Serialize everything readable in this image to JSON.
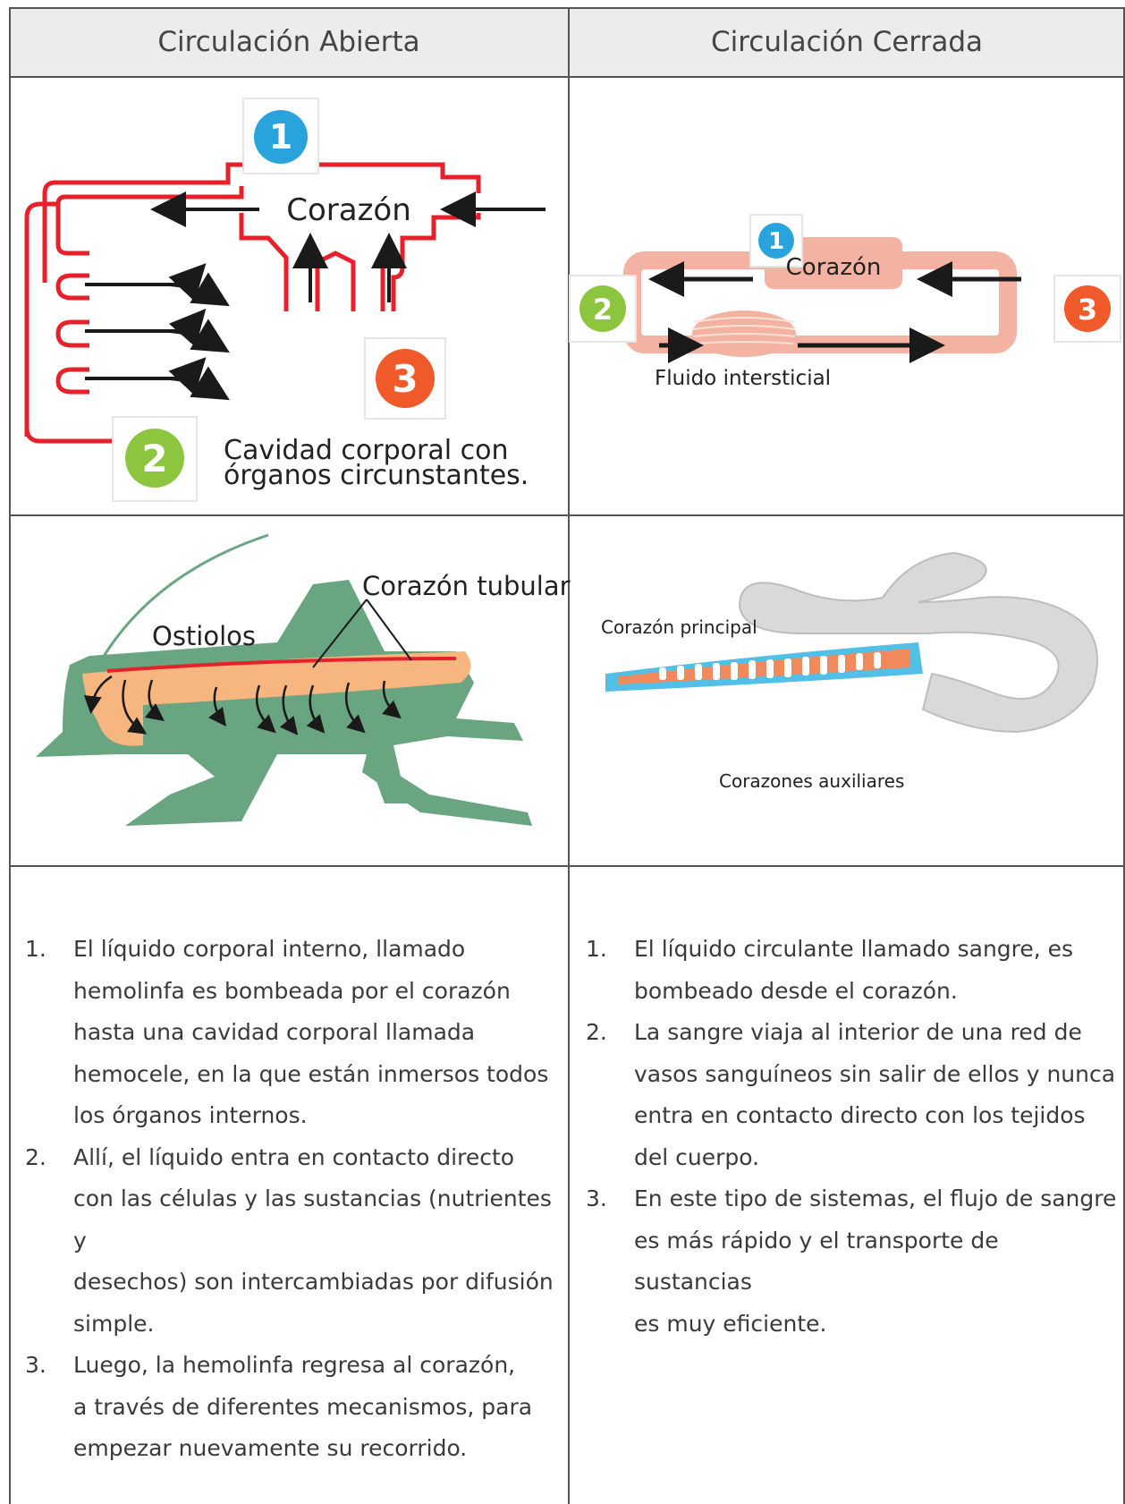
{
  "headers": {
    "open": "Circulación Abierta",
    "closed": "Circulación Cerrada"
  },
  "open_diagram": {
    "heart_label": "Corazón",
    "cavity_label_line1": "Cavidad corporal con",
    "cavity_label_line2": "órganos circunstantes.",
    "badges": [
      "1",
      "2",
      "3"
    ]
  },
  "closed_diagram": {
    "heart_label": "Corazón",
    "fluid_label": "Fluido intersticial",
    "badges": [
      "1",
      "2",
      "3"
    ]
  },
  "insect": {
    "heart_label": "Corazón tubular",
    "ostioles_label": "Ostiolos"
  },
  "worm": {
    "main_heart_label": "Corazón principal",
    "aux_hearts_label": "Corazones auxiliares"
  },
  "open_text": [
    {
      "num": "1.",
      "lines": [
        "El líquido corporal interno, llamado",
        "hemolinfa es bombeada por el corazón",
        "hasta una cavidad corporal llamada",
        "hemocele, en la  que están inmersos todos",
        "los órganos internos."
      ]
    },
    {
      "num": "2.",
      "lines": [
        "Allí, el líquido entra en contacto directo",
        "con las células y las sustancias (nutrientes y",
        "desechos) son intercambiadas por difusión",
        "simple."
      ]
    },
    {
      "num": "3.",
      "lines": [
        "Luego, la hemolinfa regresa al corazón,",
        "a través de diferentes mecanismos, para",
        "empezar nuevamente su recorrido."
      ]
    }
  ],
  "closed_text": [
    {
      "num": "1.",
      "lines": [
        "El líquido circulante  llamado sangre, es",
        "bombeado desde el corazón."
      ]
    },
    {
      "num": "2.",
      "lines": [
        "La sangre  viaja al interior de una red de",
        "vasos sanguíneos sin salir de ellos y nunca",
        "entra en contacto directo con los tejidos",
        "del cuerpo."
      ]
    },
    {
      "num": "3.",
      "lines": [
        "En este tipo de sistemas, el flujo de sangre",
        "es más rápido y el transporte de sustancias",
        "es muy eficiente."
      ]
    }
  ],
  "colors": {
    "badge1": "#29a3dc",
    "badge2": "#8cc63f",
    "badge3": "#f0592a",
    "vessel_open": "#e8202a",
    "vessel_closed": "#f4b3a2",
    "insect_body": "#6aa582",
    "insect_organ": "#f7b67f",
    "worm_body": "#d9d9d9",
    "worm_blue": "#52bfe6",
    "worm_hearts": "#f08a5d"
  }
}
